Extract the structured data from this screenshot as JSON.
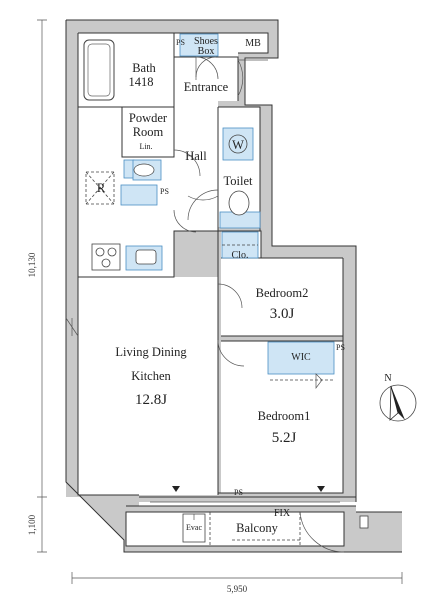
{
  "rooms": {
    "bath": "Bath",
    "bath_size": "1418",
    "shoes_box_line1": "Shoes",
    "shoes_box_line2": "Box",
    "ps_top": "PS",
    "mb": "MB",
    "entrance": "Entrance",
    "powder_room_line1": "Powder",
    "powder_room_line2": "Room",
    "lin": "Lin.",
    "hall": "Hall",
    "w": "W",
    "toilet": "Toilet",
    "refrigerator": "R",
    "ps_kitchen": "PS",
    "clo": "Clo.",
    "bedroom2": "Bedroom2",
    "bedroom2_size": "3.0J",
    "wic": "WIC",
    "ps_wic": "PS",
    "ldk_line1": "Living Dining",
    "ldk_line2": "Kitchen",
    "ldk_size": "12.8J",
    "bedroom1": "Bedroom1",
    "bedroom1_size": "5.2J",
    "ps_bottom": "PS",
    "fix": "FIX",
    "balcony": "Balcony",
    "evac": "Evac"
  },
  "dimensions": {
    "height_main": "10,130",
    "height_balcony": "1,100",
    "width": "5,950"
  },
  "compass": {
    "label": "N"
  },
  "colors": {
    "wall": "#c9c9c9",
    "fixture_blue": "#cfe5f5",
    "fixture_stroke": "#4a8fc4"
  }
}
